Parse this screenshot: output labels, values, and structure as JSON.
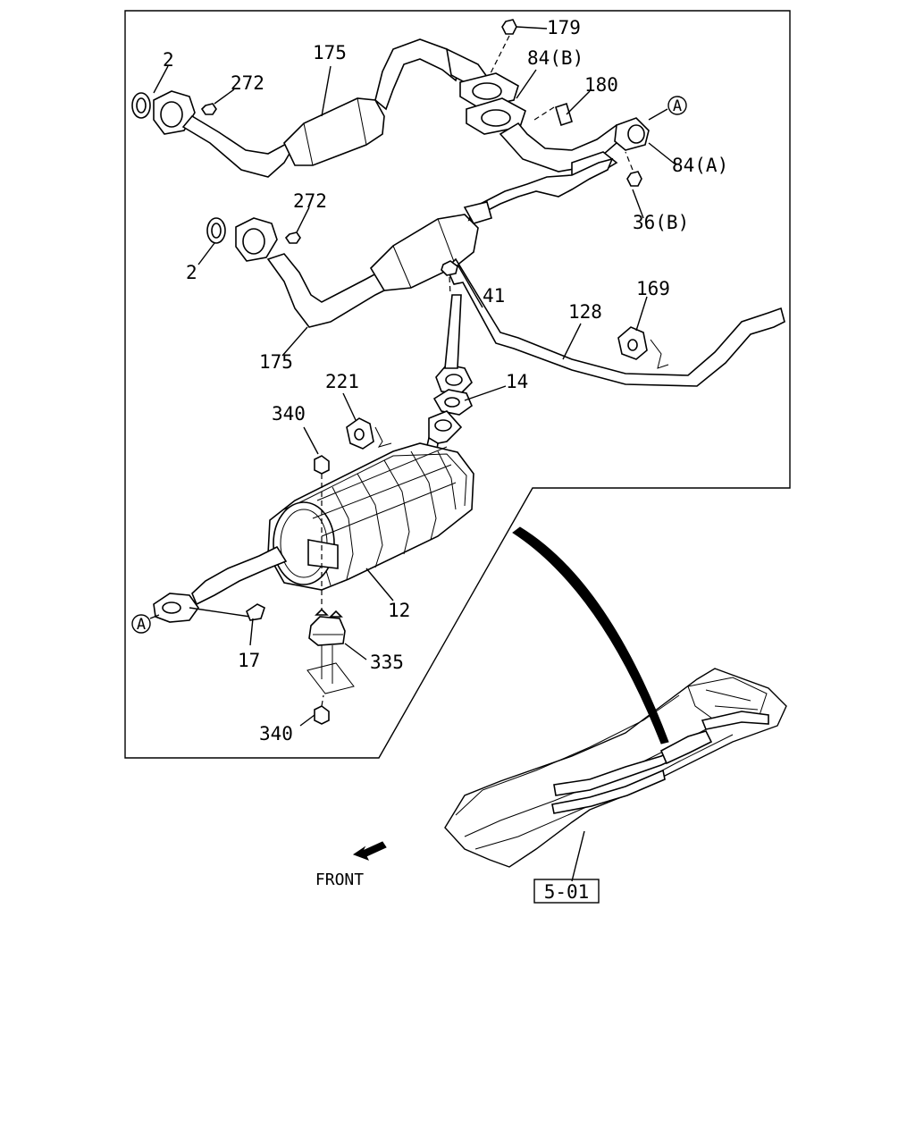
{
  "labels": {
    "l_179": "179",
    "l_84b": "84(B)",
    "l_180": "180",
    "l_175_top": "175",
    "l_2_top": "2",
    "l_272_top": "272",
    "l_a_top": "A",
    "l_84a": "84(A)",
    "l_36b": "36(B)",
    "l_272_mid": "272",
    "l_2_mid": "2",
    "l_175_mid": "175",
    "l_41": "41",
    "l_128": "128",
    "l_169": "169",
    "l_221": "221",
    "l_14": "14",
    "l_340_top": "340",
    "l_12": "12",
    "l_a_bottom": "A",
    "l_17": "17",
    "l_335": "335",
    "l_340_bottom": "340",
    "front": "FRONT",
    "ref_box": "5-01"
  }
}
